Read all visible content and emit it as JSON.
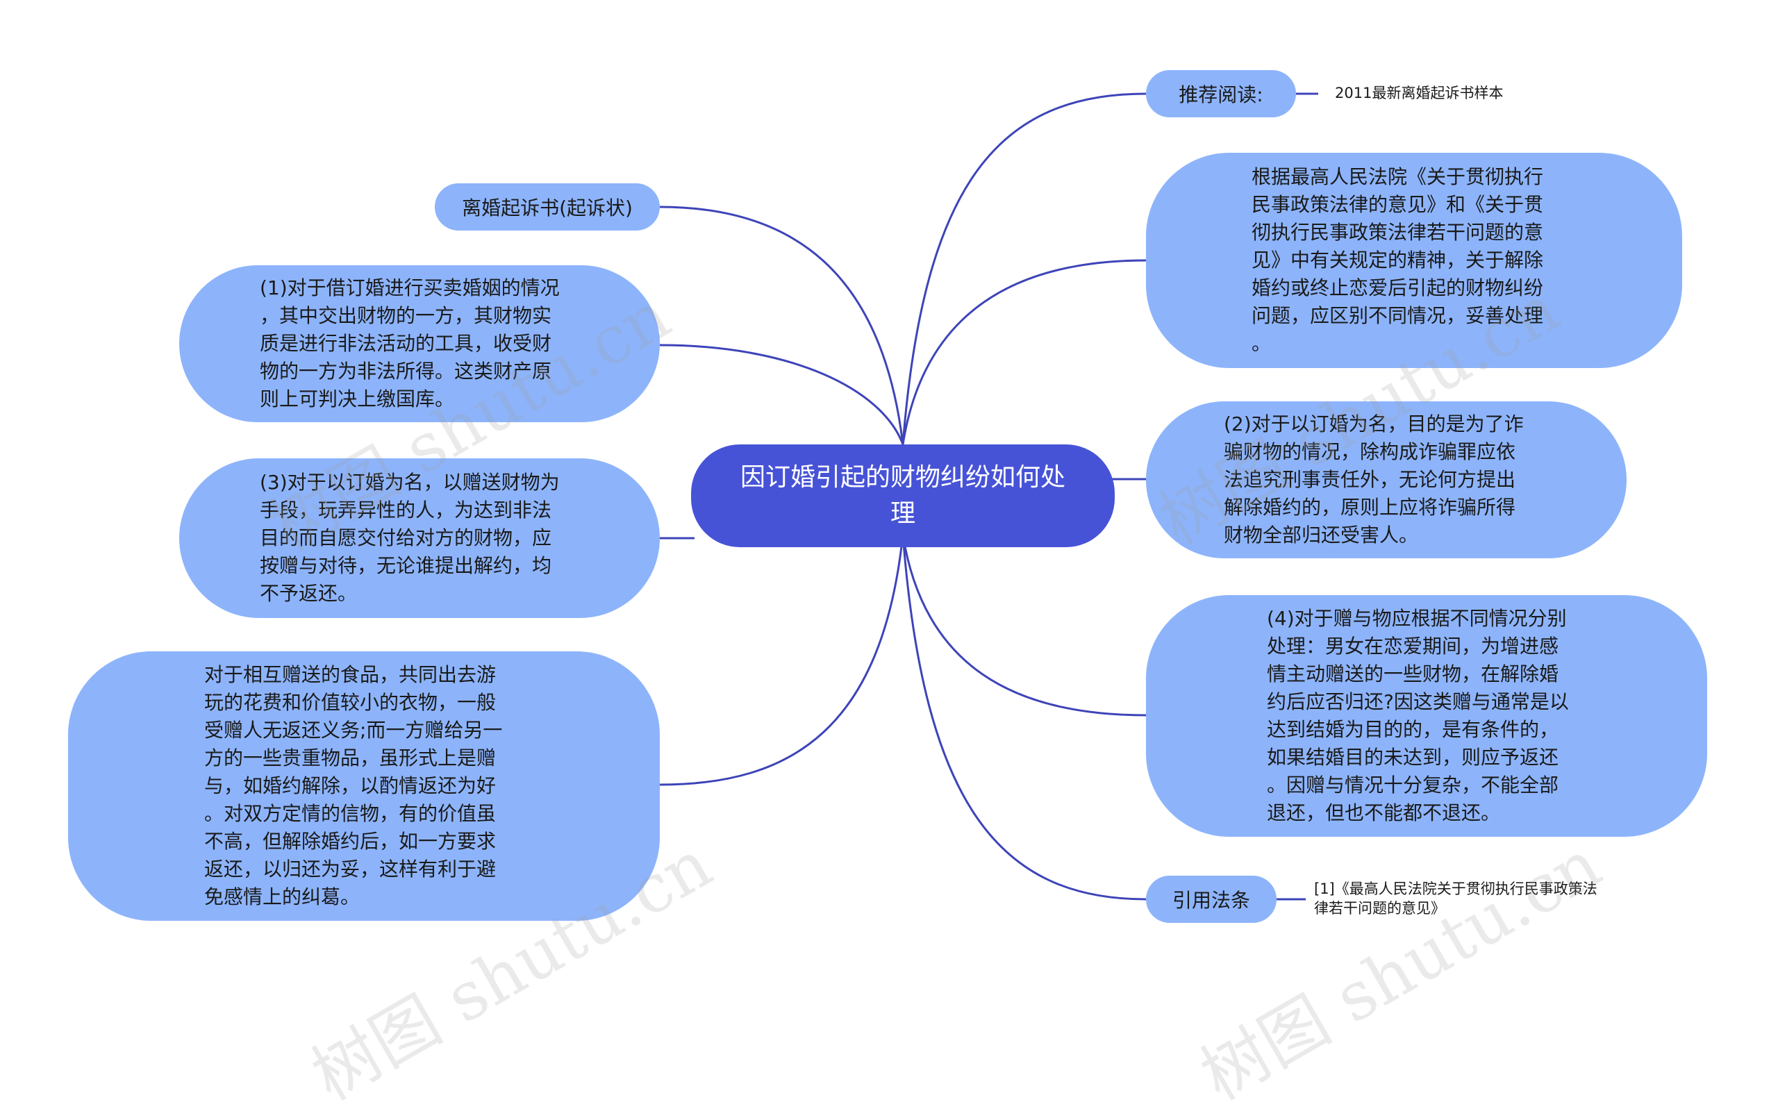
{
  "center": "因订婚引起的财物纠纷如何处理",
  "right": {
    "recommend": {
      "label": "推荐阅读:",
      "link": "2011最新离婚起诉书样本"
    },
    "intro": "根据最高人民法院《关于贯彻执行\n民事政策法律的意见》和《关于贯\n彻执行民事政策法律若干问题的意\n见》中有关规定的精神，关于解除\n婚约或终止恋爱后引起的财物纠纷\n问题，应区别不同情况，妥善处理\n。",
    "point2": "(2)对于以订婚为名，目的是为了诈\n骗财物的情况，除构成诈骗罪应依\n法追究刑事责任外，无论何方提出\n解除婚约的，原则上应将诈骗所得\n财物全部归还受害人。",
    "point4": "(4)对于赠与物应根据不同情况分别\n处理：男女在恋爱期间，为增进感\n情主动赠送的一些财物，在解除婚\n约后应否归还?因这类赠与通常是以\n达到结婚为目的的，是有条件的，\n如果结婚目的未达到，则应予返还\n。因赠与情况十分复杂，不能全部\n退还，但也不能都不退还。",
    "citation": {
      "label": "引用法条",
      "text": "[1]《最高人民法院关于贯彻执行民事政策法\n律若干问题的意见》"
    }
  },
  "left": {
    "divorce": "离婚起诉书(起诉状)",
    "point1": "(1)对于借订婚进行买卖婚姻的情况\n，其中交出财物的一方，其财物实\n质是进行非法活动的工具，收受财\n物的一方为非法所得。这类财产原\n则上可判决上缴国库。",
    "point3": "(3)对于以订婚为名，以赠送财物为\n手段，玩弄异性的人，为达到非法\n目的而自愿交付给对方的财物，应\n按赠与对待，无论谁提出解约，均\n不予返还。",
    "mutual": "对于相互赠送的食品，共同出去游\n玩的花费和价值较小的衣物，一般\n受赠人无返还义务;而一方赠给另一\n方的一些贵重物品，虽形式上是赠\n与，如婚约解除，以酌情返还为好\n。对双方定情的信物，有的价值虽\n不高，但解除婚约后，如一方要求\n返还，以归还为妥，这样有利于避\n免感情上的纠葛。"
  },
  "watermark": "树图 shutu.cn",
  "colors": {
    "center_fill": "#4753d6",
    "node_fill": "#8db4fb",
    "line": "#3d44b8"
  }
}
